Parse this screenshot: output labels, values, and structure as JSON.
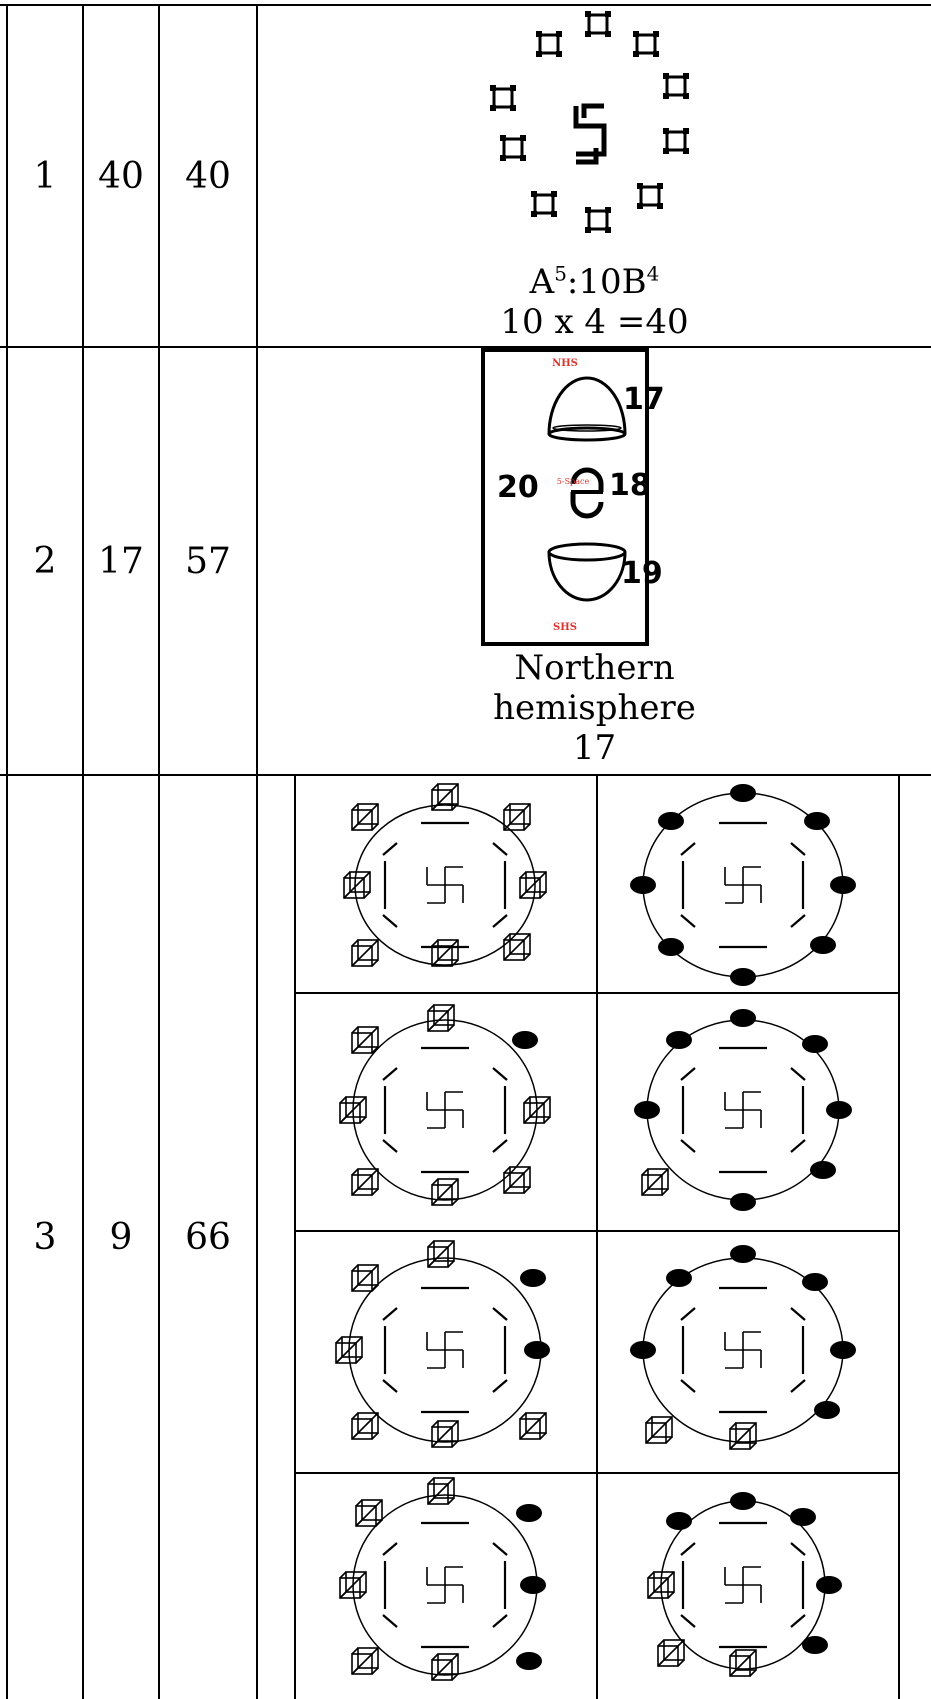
{
  "rows": [
    {
      "col1": "1",
      "col2": "40",
      "col3": "40",
      "figure": {
        "caption_a": "A",
        "caption_a_sup": "5",
        "caption_mid": ":10B",
        "caption_b_sup": "4",
        "caption_line2": "10 x 4 =40"
      }
    },
    {
      "col1": "2",
      "col2": "17",
      "col3": "57",
      "figure": {
        "top_label": "NHS",
        "bottom_label": "SHS",
        "center_label": "5-Space",
        "n_top": "17",
        "n_right": "18",
        "n_bottom": "19",
        "n_left": "20",
        "caption_line1": "Northern",
        "caption_line2": "hemisphere",
        "caption_line3": "17"
      }
    },
    {
      "col1": "3",
      "col2": "9",
      "col3": "66"
    }
  ],
  "colors": {
    "line": "#000000",
    "label_red": "#d9352f"
  }
}
